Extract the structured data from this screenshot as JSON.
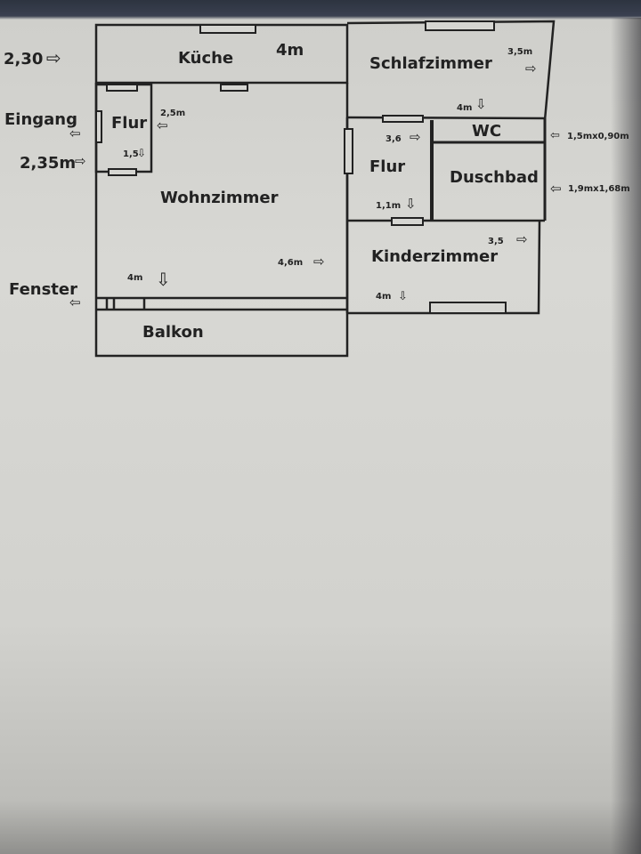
{
  "rooms": {
    "kueche": "Küche",
    "schlafzimmer": "Schlafzimmer",
    "flur_links": "Flur",
    "wohnzimmer": "Wohnzimmer",
    "flur_rechts": "Flur",
    "wc": "WC",
    "duschbad": "Duschbad",
    "kinderzimmer": "Kinderzimmer",
    "balkon": "Balkon"
  },
  "labels": {
    "eingang": "Eingang",
    "fenster": "Fenster"
  },
  "dimensions": {
    "kueche_left": "2,30",
    "kueche_width": "4m",
    "flur_left_width": "2,5m",
    "flur_left_depth": "1,5",
    "eingang_dim": "2,35m",
    "wohnzimmer_side": "4,6m",
    "wohnzimmer_depth": "4m",
    "schlaf_side": "3,5m",
    "schlaf_depth": "4m",
    "flur_right_side": "3,6",
    "flur_right_depth": "1,1m",
    "wc_size": "1,5mx0,90m",
    "duschbad_size": "1,9mx1,68m",
    "kinder_side": "3,5",
    "kinder_depth": "4m"
  },
  "colors": {
    "wall": "#222222",
    "background": "#d6d6d2"
  }
}
